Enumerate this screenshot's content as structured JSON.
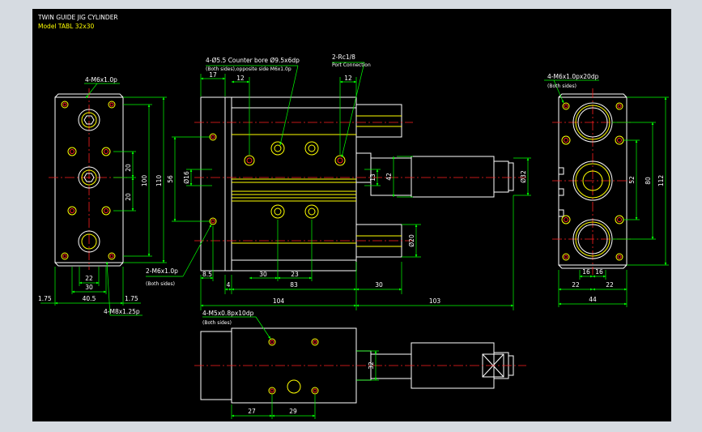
{
  "header": {
    "title": "TWIN GUIDE JIG CYLINDER",
    "model": "Model TABL 32x30"
  },
  "colors": {
    "background": "#000000",
    "outline": "#ffffff",
    "dimension": "#00ff00",
    "centerline": "#ff2020",
    "hole": "#ffff00",
    "text": "#ffffff",
    "frame": "#d6dbe1"
  },
  "left_view": {
    "callout_top": "4-M6x1.0p",
    "callout_bottom": "4-M8x1.25p",
    "dims": {
      "d20a": "20",
      "d20b": "20",
      "d100": "100",
      "d110": "110",
      "d22": "22",
      "d30": "30",
      "d40_5": "40.5",
      "d1_75a": "1.75",
      "d1_75b": "1.75"
    }
  },
  "front_view": {
    "callout_counterbore": "4-Ø5.5 Counter bore Ø9.5x6dp",
    "callout_counterbore_sub": "(Both sides),opposite side M6x1.0p",
    "callout_port": "2-Rc1/8",
    "callout_port_sub": "Port Connection",
    "callout_m6": "2-M6x1.0p",
    "callout_m6_sub": "(Both sides)",
    "dims": {
      "d17": "17",
      "d12a": "12",
      "d12b": "12",
      "d56": "56",
      "d16": "Ø16",
      "d13": "13",
      "d42": "42",
      "d32": "Ø32",
      "d20": "Ø20",
      "d8_5": "8.5",
      "d4": "4",
      "d30a": "30",
      "d23": "23",
      "d83": "83",
      "d30b": "30",
      "d104": "104",
      "d103": "103"
    }
  },
  "right_view": {
    "callout": "4-M6x1.0px20dp",
    "callout_sub": "(Both sides)",
    "dims": {
      "d52": "52",
      "d80": "80",
      "d112": "112",
      "d16a": "16",
      "d16b": "16",
      "d22a": "22",
      "d22b": "22",
      "d44": "44"
    }
  },
  "bottom_view": {
    "callout": "4-M5x0.8px10dp",
    "callout_sub": "(Both sides)",
    "dims": {
      "d32": "32",
      "d27": "27",
      "d29": "29"
    }
  }
}
